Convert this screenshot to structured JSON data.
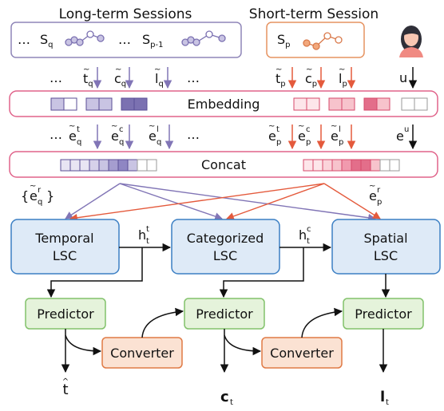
{
  "headers": {
    "long_term": "Long-term Sessions",
    "short_term": "Short-term Session"
  },
  "sessions": {
    "sq": {
      "base": "S",
      "sub": "q"
    },
    "sp1": {
      "base": "S",
      "sub": "p-1"
    },
    "sp": {
      "base": "S",
      "sub": "p"
    },
    "ellipsis": "…"
  },
  "inputs": {
    "long": [
      {
        "base": "t",
        "sub": "q"
      },
      {
        "base": "c",
        "sub": "q"
      },
      {
        "base": "l",
        "sub": "q"
      }
    ],
    "short": [
      {
        "base": "t",
        "sub": "p"
      },
      {
        "base": "c",
        "sub": "p"
      },
      {
        "base": "l",
        "sub": "p"
      }
    ],
    "user": "u",
    "tilde": "~"
  },
  "embedding_label": "Embedding",
  "embeds": {
    "long": [
      {
        "base": "e",
        "sup": "t",
        "sub": "q"
      },
      {
        "base": "e",
        "sup": "c",
        "sub": "q"
      },
      {
        "base": "e",
        "sup": "l",
        "sub": "q"
      }
    ],
    "short": [
      {
        "base": "e",
        "sup": "t",
        "sub": "p"
      },
      {
        "base": "e",
        "sup": "c",
        "sub": "p"
      },
      {
        "base": "e",
        "sup": "l",
        "sub": "p"
      }
    ],
    "user": {
      "base": "e",
      "sup": "u"
    }
  },
  "concat_label": "Concat",
  "set_label": {
    "open": "{",
    "base": "e",
    "sup": "r",
    "sub": "q",
    "close": "}"
  },
  "ep_r": {
    "base": "e",
    "sup": "r",
    "sub": "p"
  },
  "lsc": [
    {
      "line1": "Temporal",
      "line2": "LSC"
    },
    {
      "line1": "Categorized",
      "line2": "LSC"
    },
    {
      "line1": "Spatial",
      "line2": "LSC"
    }
  ],
  "hidden": [
    {
      "base": "h",
      "sup": "t",
      "sub": "t"
    },
    {
      "base": "h",
      "sup": "c",
      "sub": "t"
    }
  ],
  "predictor_label": "Predictor",
  "converter_label": "Converter",
  "outputs": {
    "t": {
      "base": "t",
      "hat": "^"
    },
    "c": {
      "base": "c",
      "sub": "t"
    },
    "l": {
      "base": "l",
      "sub": "t"
    }
  },
  "colors": {
    "purple_border": "#8f86b8",
    "purple_fill": "#7b71b1",
    "purple_light": "#c9c4e3",
    "orange_border": "#e69361",
    "orange_fill": "#f2a87c",
    "pink_border": "#e0638a",
    "red_fill": "#e36e8a",
    "red_light": "#f7c3cc",
    "blue_border": "#3b7fc4",
    "blue_fill": "#deeaf7",
    "green_border": "#82c26b",
    "green_fill": "#e5f3db",
    "conv_border": "#e07a45",
    "conv_fill": "#fbe2d3",
    "arrow_purple": "#8175b6",
    "arrow_red": "#e45a3c"
  }
}
